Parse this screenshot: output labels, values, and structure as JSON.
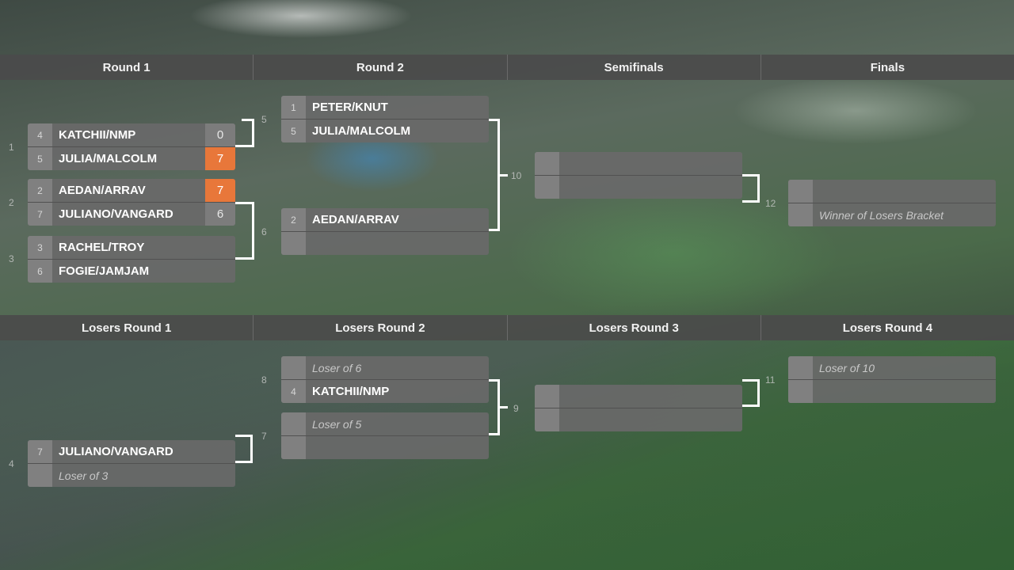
{
  "headers": {
    "top": [
      "Round 1",
      "Round 2",
      "Semifinals",
      "Finals"
    ],
    "bottom": [
      "Losers Round 1",
      "Losers Round 2",
      "Losers Round 3",
      "Losers Round 4"
    ]
  },
  "matches": {
    "m1": {
      "number": "1",
      "slots": [
        {
          "seed": "4",
          "team": "KATCHII/NMP",
          "score": "0",
          "win": false
        },
        {
          "seed": "5",
          "team": "JULIA/MALCOLM",
          "score": "7",
          "win": true
        }
      ]
    },
    "m2": {
      "number": "2",
      "slots": [
        {
          "seed": "2",
          "team": "AEDAN/ARRAV",
          "score": "7",
          "win": true
        },
        {
          "seed": "7",
          "team": "JULIANO/VANGARD",
          "score": "6",
          "win": false
        }
      ]
    },
    "m3": {
      "number": "3",
      "slots": [
        {
          "seed": "3",
          "team": "RACHEL/TROY",
          "score": ""
        },
        {
          "seed": "6",
          "team": "FOGIE/JAMJAM",
          "score": ""
        }
      ]
    },
    "m5": {
      "number": "5",
      "slots": [
        {
          "seed": "1",
          "team": "PETER/KNUT"
        },
        {
          "seed": "5",
          "team": "JULIA/MALCOLM"
        }
      ]
    },
    "m6": {
      "number": "6",
      "slots": [
        {
          "seed": "2",
          "team": "AEDAN/ARRAV"
        },
        {
          "seed": "",
          "team": ""
        }
      ]
    },
    "m10": {
      "number": "10",
      "slots": [
        {
          "seed": "",
          "team": ""
        },
        {
          "seed": "",
          "team": ""
        }
      ]
    },
    "m12": {
      "number": "12",
      "slots": [
        {
          "seed": "",
          "team": ""
        },
        {
          "seed": "",
          "team": "Winner of Losers Bracket",
          "placeholder": true
        }
      ]
    },
    "m4": {
      "number": "4",
      "slots": [
        {
          "seed": "7",
          "team": "JULIANO/VANGARD"
        },
        {
          "seed": "",
          "team": "Loser of 3",
          "placeholder": true
        }
      ]
    },
    "m8": {
      "number": "8",
      "slots": [
        {
          "seed": "",
          "team": "Loser of 6",
          "placeholder": true
        },
        {
          "seed": "4",
          "team": "KATCHII/NMP"
        }
      ]
    },
    "m7": {
      "number": "7",
      "slots": [
        {
          "seed": "",
          "team": "Loser of 5",
          "placeholder": true
        },
        {
          "seed": "",
          "team": ""
        }
      ]
    },
    "m9": {
      "number": "9",
      "slots": [
        {
          "seed": "",
          "team": ""
        },
        {
          "seed": "",
          "team": ""
        }
      ]
    },
    "m11": {
      "number": "11",
      "slots": [
        {
          "seed": "",
          "team": "Loser of 10",
          "placeholder": true
        },
        {
          "seed": "",
          "team": ""
        }
      ]
    }
  }
}
